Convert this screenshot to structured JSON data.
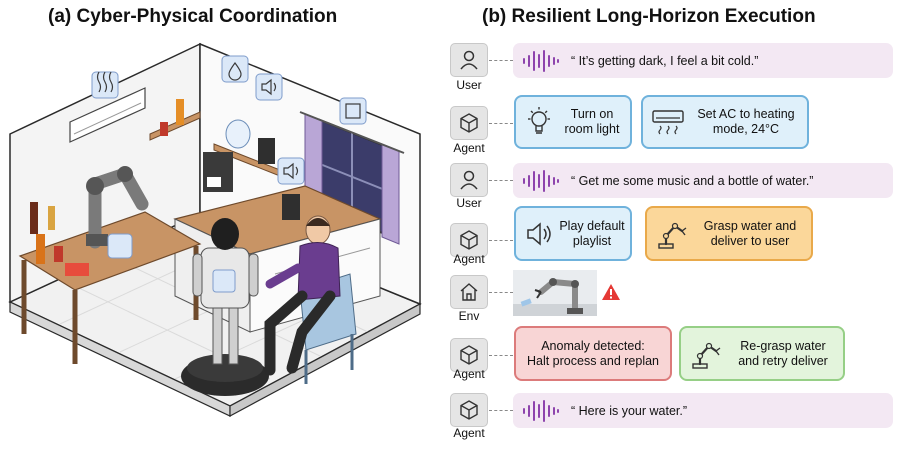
{
  "panels": {
    "a_title": "(a) Cyber-Physical Coordination",
    "b_title": "(b) Resilient Long-Horizon Execution"
  },
  "rows": [
    {
      "role": "User",
      "icon": "user-icon",
      "speech": "“ It’s getting dark, I feel a bit cold.”"
    },
    {
      "role": "Agent",
      "icon": "cube-icon",
      "actions": [
        {
          "text": [
            "Turn on",
            "room light"
          ],
          "icon": "lightbulb-icon",
          "color": "#dff0fa"
        },
        {
          "text": [
            "Set AC to heating",
            "mode, 24°C"
          ],
          "icon": "air-conditioner-icon",
          "color": "#dff0fa"
        }
      ]
    },
    {
      "role": "User",
      "icon": "user-icon",
      "speech": "“ Get me some music and a bottle of water.”"
    },
    {
      "role": "Agent",
      "icon": "cube-icon",
      "actions": [
        {
          "text": [
            "Play default",
            "playlist"
          ],
          "icon": "speaker-icon",
          "color": "#dff0fa"
        },
        {
          "text": [
            "Grasp water and",
            "deliver to user"
          ],
          "icon": "robot-arm-icon",
          "color": "#fbd79a"
        }
      ]
    },
    {
      "role": "Env",
      "icon": "home-icon",
      "status": "warning-icon"
    },
    {
      "role": "Agent",
      "icon": "cube-icon",
      "actions": [
        {
          "text": [
            "Anomaly detected:",
            "Halt process and replan"
          ],
          "icon": "",
          "color": "#f8d5d5"
        },
        {
          "text": [
            "Re-grasp water",
            "and retry deliver"
          ],
          "icon": "robot-arm-icon",
          "color": "#e3f4dc"
        }
      ]
    },
    {
      "role": "Agent",
      "icon": "cube-icon",
      "speech": "“ Here is your water.”"
    }
  ],
  "colors": {
    "speech_bg": "#f3e8f3",
    "wave": "#8e44ad",
    "blue": "#6fb2dc",
    "orange": "#e9a94a",
    "red": "#dc7b7b",
    "green": "#96cf86",
    "warning": "#e53935"
  }
}
